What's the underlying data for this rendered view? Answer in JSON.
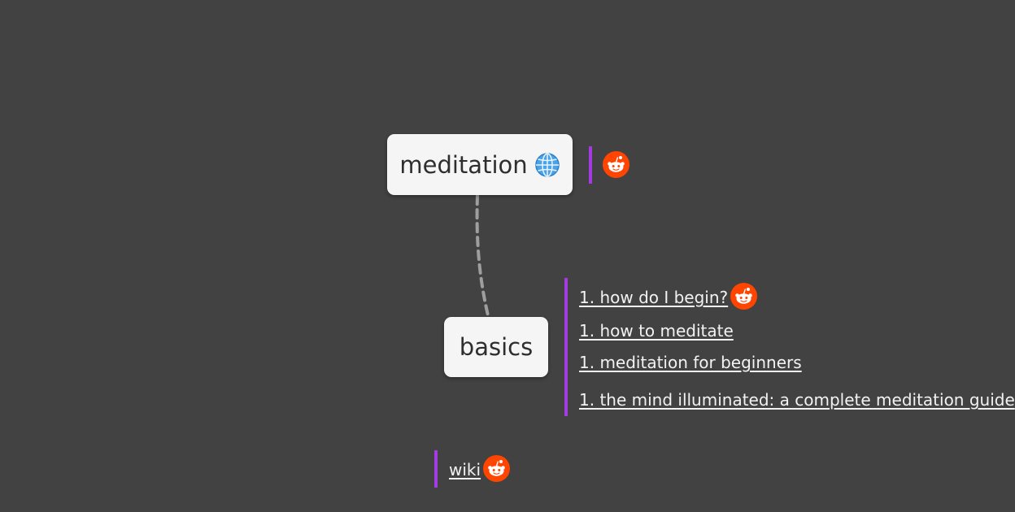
{
  "mindmap": {
    "root": {
      "label": "meditation",
      "icon": "globe-icon"
    },
    "child": {
      "label": "basics"
    },
    "basics_links": [
      {
        "label": "1. how do I begin?",
        "icon": "reddit-icon"
      },
      {
        "label": "1. how to meditate"
      },
      {
        "label": "1. meditation for beginners"
      },
      {
        "label": "1. the mind illuminated: a complete meditation guide"
      }
    ],
    "wiki_link": {
      "label": "wiki",
      "icon": "reddit-icon"
    }
  },
  "colors": {
    "background": "#424242",
    "node_fill": "#f5f5f5",
    "accent_bar": "#a23be0",
    "connector": "#9e9e9e",
    "reddit_orange": "#ff4500"
  }
}
